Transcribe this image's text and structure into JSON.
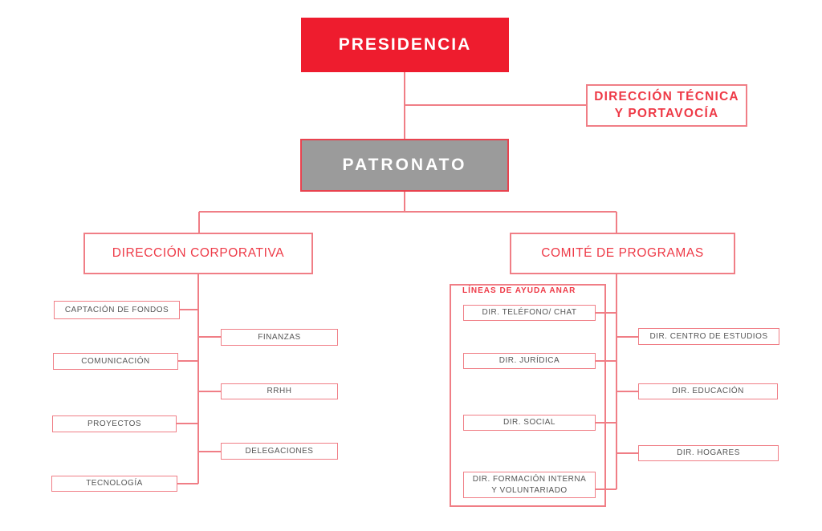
{
  "top": {
    "presidencia": "PRESIDENCIA",
    "patronato": "PATRONATO",
    "direccion_tecnica": [
      "DIRECCIÓN TÉCNICA",
      "Y PORTAVOCÍA"
    ]
  },
  "corporativa": {
    "title": "DIRECCIÓN CORPORATIVA",
    "left_items": [
      "CAPTACIÓN DE FONDOS",
      "COMUNICACIÓN",
      "PROYECTOS",
      "TECNOLOGÍA"
    ],
    "right_items": [
      "FINANZAS",
      "RRHH",
      "DELEGACIONES"
    ]
  },
  "programas": {
    "title": "COMITÉ DE PROGRAMAS",
    "lineas_title": "LÍNEAS DE AYUDA ANAR",
    "lineas_items": [
      "DIR. TELÉFONO/ CHAT",
      "DIR. JURÍDICA",
      "DIR. SOCIAL"
    ],
    "formacion": [
      "DIR. FORMACIÓN INTERNA",
      "Y VOLUNTARIADO"
    ],
    "right_items": [
      "DIR. CENTRO DE ESTUDIOS",
      "DIR. EDUCACIÓN",
      "DIR. HOGARES"
    ]
  }
}
